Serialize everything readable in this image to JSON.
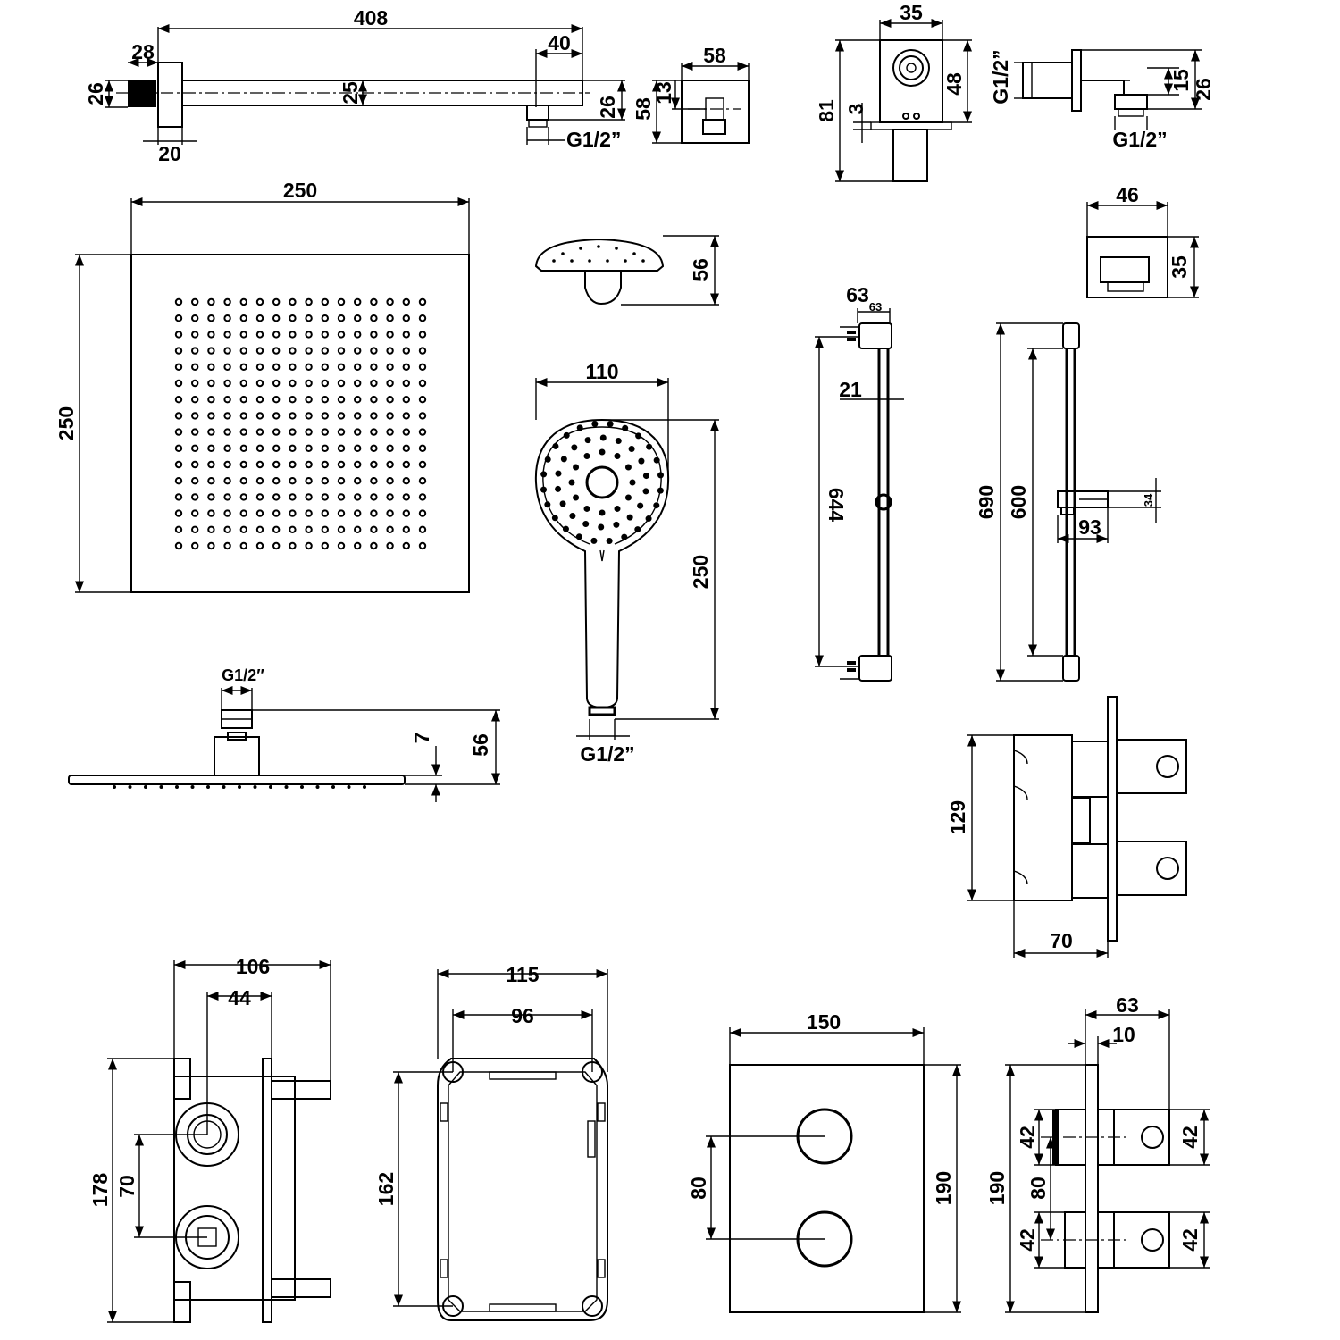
{
  "shower_arm": {
    "length": "408",
    "flange_offset": "28",
    "tip_offset": "40",
    "height": "26",
    "pipe": "25",
    "tip_height": "26",
    "flange_width": "20",
    "thread": "G1/2”"
  },
  "wall_elbow": {
    "width": "58",
    "height": "58",
    "offset": "13"
  },
  "outlet_front": {
    "width": "35",
    "height": "48",
    "total": "81",
    "gap": "3"
  },
  "outlet_side": {
    "thread": "G1/2”",
    "h1": "15",
    "h2": "26",
    "thread_bottom": "G1/2”"
  },
  "overhead_shower": {
    "width": "250",
    "height": "250",
    "thread": "G1/2″",
    "plate": "7",
    "total": "56"
  },
  "hand_shower_side": {
    "height": "56"
  },
  "hand_shower": {
    "width": "110",
    "length": "250",
    "thread": "G1/2”"
  },
  "hose_outlet": {
    "width": "46",
    "height": "35"
  },
  "rail_side": {
    "bracket": "63",
    "bracket_small": "63",
    "offset": "21",
    "length": "644"
  },
  "rail_front": {
    "total": "690",
    "inner": "600",
    "slider_height": "34",
    "slider_depth": "93"
  },
  "valve_side": {
    "height": "129",
    "depth": "70"
  },
  "box_side": {
    "width": "106",
    "spacing": "44",
    "height": "178",
    "between": "70"
  },
  "box_front": {
    "width": "115",
    "inner": "96",
    "height": "162"
  },
  "plate_front": {
    "width": "150",
    "height": "190",
    "between": "80"
  },
  "plate_side": {
    "depth": "63",
    "plate": "10",
    "height": "190",
    "h1": "42",
    "h2": "42",
    "between": "80",
    "h3": "42",
    "h4": "42"
  }
}
